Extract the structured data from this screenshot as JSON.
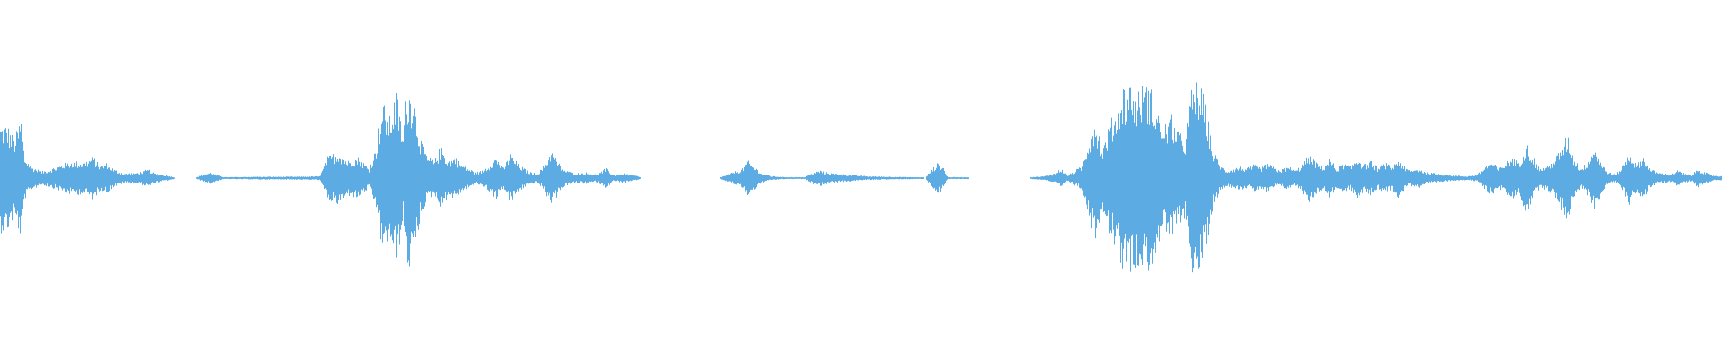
{
  "waveform": {
    "color": "#5dabe3",
    "background": "#ffffff",
    "segments": [
      {
        "start": 0.0,
        "end": 0.101,
        "envelope": [
          [
            0.0,
            0.55
          ],
          [
            0.004,
            0.55
          ],
          [
            0.008,
            0.4
          ],
          [
            0.012,
            0.62
          ],
          [
            0.014,
            0.22
          ],
          [
            0.018,
            0.12
          ],
          [
            0.024,
            0.07
          ],
          [
            0.03,
            0.1
          ],
          [
            0.036,
            0.14
          ],
          [
            0.042,
            0.18
          ],
          [
            0.048,
            0.16
          ],
          [
            0.054,
            0.22
          ],
          [
            0.058,
            0.12
          ],
          [
            0.062,
            0.16
          ],
          [
            0.066,
            0.09
          ],
          [
            0.072,
            0.05
          ],
          [
            0.08,
            0.06
          ],
          [
            0.086,
            0.09
          ],
          [
            0.09,
            0.05
          ],
          [
            0.096,
            0.03
          ],
          [
            0.101,
            0.01
          ]
        ]
      },
      {
        "start": 0.114,
        "end": 0.13,
        "envelope": [
          [
            0.114,
            0.01
          ],
          [
            0.118,
            0.04
          ],
          [
            0.122,
            0.06
          ],
          [
            0.126,
            0.03
          ],
          [
            0.13,
            0.01
          ]
        ]
      },
      {
        "start": 0.13,
        "end": 0.186,
        "envelope": [
          [
            0.13,
            0.01
          ],
          [
            0.15,
            0.015
          ],
          [
            0.17,
            0.015
          ],
          [
            0.186,
            0.02
          ]
        ]
      },
      {
        "start": 0.186,
        "end": 0.372,
        "envelope": [
          [
            0.186,
            0.04
          ],
          [
            0.19,
            0.22
          ],
          [
            0.196,
            0.28
          ],
          [
            0.202,
            0.18
          ],
          [
            0.208,
            0.22
          ],
          [
            0.214,
            0.1
          ],
          [
            0.218,
            0.3
          ],
          [
            0.222,
            0.78
          ],
          [
            0.226,
            0.62
          ],
          [
            0.23,
            0.9
          ],
          [
            0.234,
            0.4
          ],
          [
            0.236,
            0.95
          ],
          [
            0.24,
            0.85
          ],
          [
            0.244,
            0.4
          ],
          [
            0.248,
            0.22
          ],
          [
            0.252,
            0.18
          ],
          [
            0.256,
            0.32
          ],
          [
            0.26,
            0.18
          ],
          [
            0.264,
            0.22
          ],
          [
            0.268,
            0.14
          ],
          [
            0.272,
            0.1
          ],
          [
            0.276,
            0.06
          ],
          [
            0.28,
            0.08
          ],
          [
            0.284,
            0.14
          ],
          [
            0.288,
            0.22
          ],
          [
            0.292,
            0.1
          ],
          [
            0.296,
            0.26
          ],
          [
            0.3,
            0.16
          ],
          [
            0.304,
            0.1
          ],
          [
            0.308,
            0.06
          ],
          [
            0.312,
            0.05
          ],
          [
            0.316,
            0.14
          ],
          [
            0.32,
            0.3
          ],
          [
            0.324,
            0.16
          ],
          [
            0.328,
            0.08
          ],
          [
            0.334,
            0.05
          ],
          [
            0.34,
            0.06
          ],
          [
            0.346,
            0.04
          ],
          [
            0.352,
            0.1
          ],
          [
            0.356,
            0.03
          ],
          [
            0.362,
            0.05
          ],
          [
            0.368,
            0.03
          ],
          [
            0.372,
            0.01
          ]
        ]
      },
      {
        "start": 0.418,
        "end": 0.456,
        "envelope": [
          [
            0.418,
            0.01
          ],
          [
            0.424,
            0.05
          ],
          [
            0.43,
            0.09
          ],
          [
            0.434,
            0.18
          ],
          [
            0.438,
            0.12
          ],
          [
            0.442,
            0.05
          ],
          [
            0.448,
            0.02
          ],
          [
            0.456,
            0.01
          ]
        ]
      },
      {
        "start": 0.456,
        "end": 0.468,
        "envelope": [
          [
            0.456,
            0.01
          ],
          [
            0.462,
            0.01
          ],
          [
            0.468,
            0.01
          ]
        ]
      },
      {
        "start": 0.468,
        "end": 0.536,
        "envelope": [
          [
            0.468,
            0.02
          ],
          [
            0.472,
            0.06
          ],
          [
            0.476,
            0.08
          ],
          [
            0.48,
            0.06
          ],
          [
            0.484,
            0.05
          ],
          [
            0.49,
            0.04
          ],
          [
            0.496,
            0.03
          ],
          [
            0.504,
            0.02
          ],
          [
            0.516,
            0.015
          ],
          [
            0.53,
            0.01
          ],
          [
            0.536,
            0.01
          ]
        ]
      },
      {
        "start": 0.538,
        "end": 0.55,
        "envelope": [
          [
            0.538,
            0.02
          ],
          [
            0.542,
            0.12
          ],
          [
            0.545,
            0.16
          ],
          [
            0.548,
            0.1
          ],
          [
            0.55,
            0.02
          ]
        ]
      },
      {
        "start": 0.55,
        "end": 0.562,
        "envelope": [
          [
            0.55,
            0.01
          ],
          [
            0.556,
            0.01
          ],
          [
            0.562,
            0.01
          ]
        ]
      },
      {
        "start": 0.598,
        "end": 1.0,
        "envelope": [
          [
            0.598,
            0.01
          ],
          [
            0.606,
            0.02
          ],
          [
            0.612,
            0.05
          ],
          [
            0.616,
            0.1
          ],
          [
            0.62,
            0.03
          ],
          [
            0.624,
            0.08
          ],
          [
            0.628,
            0.12
          ],
          [
            0.632,
            0.4
          ],
          [
            0.636,
            0.62
          ],
          [
            0.64,
            0.3
          ],
          [
            0.644,
            0.55
          ],
          [
            0.648,
            0.72
          ],
          [
            0.652,
            0.95
          ],
          [
            0.656,
            0.98
          ],
          [
            0.66,
            0.88
          ],
          [
            0.664,
            0.96
          ],
          [
            0.668,
            0.95
          ],
          [
            0.672,
            0.7
          ],
          [
            0.676,
            0.55
          ],
          [
            0.68,
            0.65
          ],
          [
            0.684,
            0.48
          ],
          [
            0.688,
            0.4
          ],
          [
            0.692,
            0.95
          ],
          [
            0.696,
            1.0
          ],
          [
            0.7,
            0.75
          ],
          [
            0.704,
            0.3
          ],
          [
            0.708,
            0.15
          ],
          [
            0.712,
            0.08
          ],
          [
            0.716,
            0.1
          ],
          [
            0.72,
            0.12
          ],
          [
            0.724,
            0.1
          ],
          [
            0.728,
            0.14
          ],
          [
            0.732,
            0.11
          ],
          [
            0.736,
            0.16
          ],
          [
            0.74,
            0.1
          ],
          [
            0.744,
            0.09
          ],
          [
            0.748,
            0.12
          ],
          [
            0.752,
            0.08
          ],
          [
            0.756,
            0.14
          ],
          [
            0.76,
            0.26
          ],
          [
            0.764,
            0.16
          ],
          [
            0.768,
            0.12
          ],
          [
            0.772,
            0.2
          ],
          [
            0.776,
            0.1
          ],
          [
            0.78,
            0.16
          ],
          [
            0.784,
            0.12
          ],
          [
            0.788,
            0.22
          ],
          [
            0.792,
            0.14
          ],
          [
            0.796,
            0.18
          ],
          [
            0.8,
            0.1
          ],
          [
            0.804,
            0.16
          ],
          [
            0.808,
            0.12
          ],
          [
            0.812,
            0.2
          ],
          [
            0.816,
            0.1
          ],
          [
            0.82,
            0.08
          ],
          [
            0.824,
            0.1
          ],
          [
            0.828,
            0.06
          ],
          [
            0.834,
            0.05
          ],
          [
            0.842,
            0.03
          ],
          [
            0.852,
            0.02
          ],
          [
            0.858,
            0.04
          ],
          [
            0.862,
            0.12
          ],
          [
            0.866,
            0.18
          ],
          [
            0.87,
            0.1
          ],
          [
            0.874,
            0.16
          ],
          [
            0.878,
            0.22
          ],
          [
            0.882,
            0.15
          ],
          [
            0.886,
            0.38
          ],
          [
            0.89,
            0.22
          ],
          [
            0.894,
            0.1
          ],
          [
            0.898,
            0.12
          ],
          [
            0.902,
            0.18
          ],
          [
            0.906,
            0.3
          ],
          [
            0.91,
            0.45
          ],
          [
            0.914,
            0.2
          ],
          [
            0.918,
            0.1
          ],
          [
            0.922,
            0.18
          ],
          [
            0.926,
            0.35
          ],
          [
            0.93,
            0.14
          ],
          [
            0.934,
            0.06
          ],
          [
            0.938,
            0.04
          ],
          [
            0.942,
            0.12
          ],
          [
            0.946,
            0.28
          ],
          [
            0.95,
            0.14
          ],
          [
            0.954,
            0.22
          ],
          [
            0.958,
            0.1
          ],
          [
            0.962,
            0.06
          ],
          [
            0.966,
            0.05
          ],
          [
            0.97,
            0.04
          ],
          [
            0.974,
            0.08
          ],
          [
            0.978,
            0.05
          ],
          [
            0.982,
            0.03
          ],
          [
            0.986,
            0.1
          ],
          [
            0.99,
            0.06
          ],
          [
            0.994,
            0.03
          ],
          [
            1.0,
            0.02
          ]
        ]
      }
    ]
  }
}
